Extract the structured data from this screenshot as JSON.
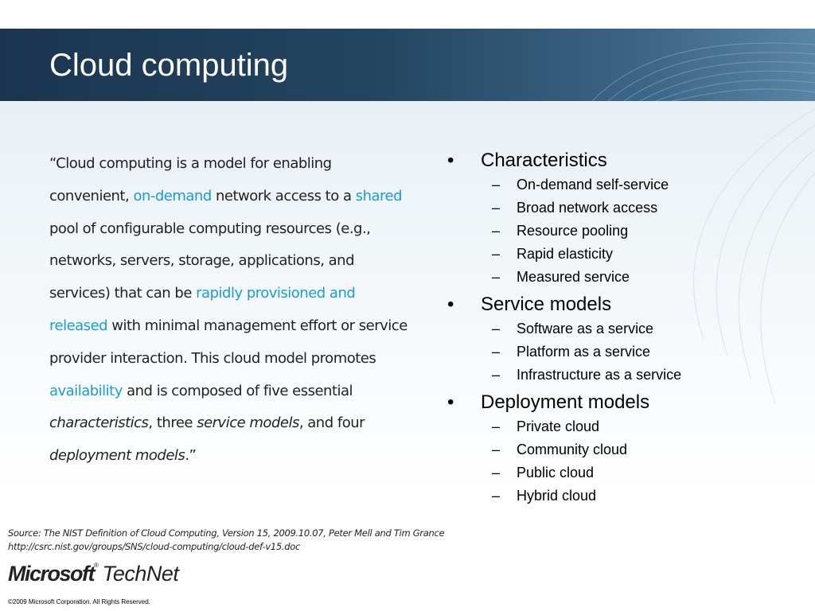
{
  "slide": {
    "title": "Cloud computing"
  },
  "quote": {
    "parts": [
      {
        "text": "“Cloud computing is a ",
        "style": "normal"
      },
      {
        "text": "model",
        "style": "dark"
      },
      {
        "text": " for enabling convenient, ",
        "style": "normal"
      },
      {
        "text": "on-demand",
        "style": "highlight"
      },
      {
        "text": " network access to a ",
        "style": "normal"
      },
      {
        "text": "shared",
        "style": "highlight"
      },
      {
        "text": " pool of configurable computing resources (e.g., networks, servers, storage, applications, and services) that can be ",
        "style": "normal"
      },
      {
        "text": "rapidly provisioned and released",
        "style": "highlight"
      },
      {
        "text": " with minimal management effort or service provider interaction. This cloud model promotes ",
        "style": "normal"
      },
      {
        "text": "availability",
        "style": "highlight"
      },
      {
        "text": " and is composed of five essential ",
        "style": "normal"
      },
      {
        "text": "characteristics",
        "style": "italic"
      },
      {
        "text": ", three ",
        "style": "normal"
      },
      {
        "text": "service models",
        "style": "italic"
      },
      {
        "text": ", and four ",
        "style": "normal"
      },
      {
        "text": "deployment models",
        "style": "italic"
      },
      {
        "text": ".”",
        "style": "normal"
      }
    ]
  },
  "outline": {
    "bullet_char": "•",
    "dash_char": "–",
    "sections": [
      {
        "heading": "Characteristics",
        "items": [
          "On-demand self-service",
          "Broad network access",
          "Resource pooling",
          "Rapid elasticity",
          "Measured service"
        ]
      },
      {
        "heading": "Service models",
        "items": [
          "Software as a service",
          "Platform as a service",
          "Infrastructure as a service"
        ]
      },
      {
        "heading": "Deployment models",
        "items": [
          "Private cloud",
          "Community cloud",
          "Public cloud",
          "Hybrid cloud"
        ]
      }
    ]
  },
  "footer": {
    "source_line1": "Source: The NIST Definition of Cloud Computing, Version 15, 2009.10.07, Peter Mell and Tim Grance",
    "source_line2": "http://csrc.nist.gov/groups/SNS/cloud-computing/cloud-def-v15.doc",
    "logo_microsoft": "Microsoft",
    "logo_tm": "®",
    "logo_technet": "TechNet",
    "copyright": "©2009 Microsoft Corporation.  All Rights Reserved."
  },
  "colors": {
    "title_bar": "#1b3550",
    "highlight": "#1a9be0",
    "body_text": "#222222"
  }
}
